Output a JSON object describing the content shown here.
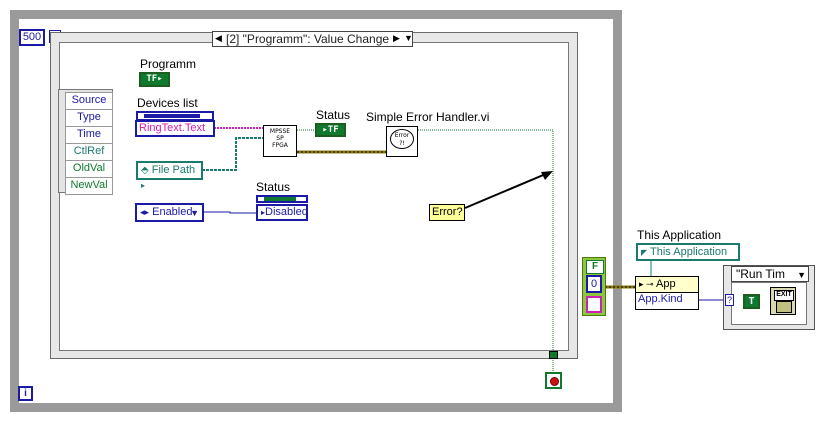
{
  "loop": {
    "timeout": "500",
    "iteration_icon": "i",
    "timeout_icon": "⌛"
  },
  "event_selector": {
    "label": "[2] \"Programm\": Value Change",
    "left_arrow": "◀",
    "right_arrow": "▶",
    "dropdown_arrow": "▼"
  },
  "event_data_node": {
    "items": [
      "Source",
      "Type",
      "Time",
      "CtlRef",
      "OldVal",
      "NewVal"
    ]
  },
  "controls": {
    "programm_label": "Programm",
    "programm_terminal": "TF",
    "devices_label": "Devices list",
    "devices_value": "RingText.Text",
    "file_path_value": "File Path",
    "enabled_value": "Enabled",
    "status1_label": "Status",
    "status1_terminal": "TF",
    "status2_label": "Status",
    "status2_value": "Disabled",
    "subvi_label": "MPSSE SP FPGA",
    "subvi_lines": [
      "MPSSE",
      "SP",
      "FPGA"
    ],
    "error_handler_label": "Simple Error Handler.vi",
    "error_handler_icon": "Error ?!",
    "comment": "Error?"
  },
  "right_section": {
    "case_f": "F",
    "case_0": "0",
    "this_app_label": "This Application",
    "this_app_value": "This Application",
    "property_header": "App",
    "property_item": "App.Kind",
    "case_selector": "\"Run Tim",
    "case_arrow": "▼",
    "true_const": "T",
    "exit_label": "EXIT",
    "question": "?"
  },
  "colors": {
    "loop_border": "#9a9a9a",
    "int_blue": "#1a1aa5",
    "string_pink": "#d01fb8",
    "path_teal": "#1a7a6e",
    "bool_green": "#0f7a2e",
    "error_yellow": "#8a7a00",
    "comment_bg": "#ffff99"
  }
}
